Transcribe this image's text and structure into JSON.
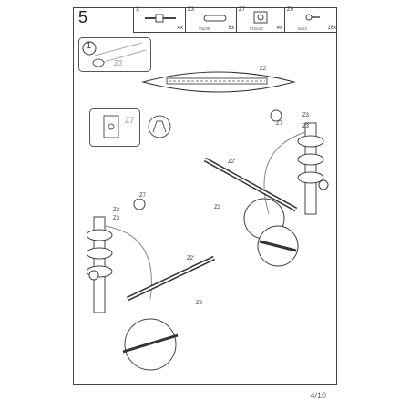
{
  "step": "5",
  "parts": [
    {
      "code": "X",
      "qty": "4x",
      "dim": ""
    },
    {
      "code": "Z3",
      "qty": "8x",
      "dim": "#5x30"
    },
    {
      "code": "Z7",
      "qty": "4x",
      "dim": "#10x12"
    },
    {
      "code": "Z9",
      "qty": "16x",
      "dim": "5x13"
    }
  ],
  "callouts": {
    "hint_number": "1",
    "hint_part": "Z3",
    "rail_part": "Z2'",
    "clip_part": "Z7",
    "upper_z7": "Z7",
    "upper_z3_top": "Z3",
    "upper_z3_bottom": "Z3",
    "upper_rail": "Z2'",
    "upper_z3_left": "Z3",
    "lower_z7": "Z7",
    "lower_z3_top": "Z3",
    "lower_z3_bottom": "Z3",
    "lower_rail": "Z2'",
    "lower_z9": "Z9"
  },
  "page_number": "4/10"
}
